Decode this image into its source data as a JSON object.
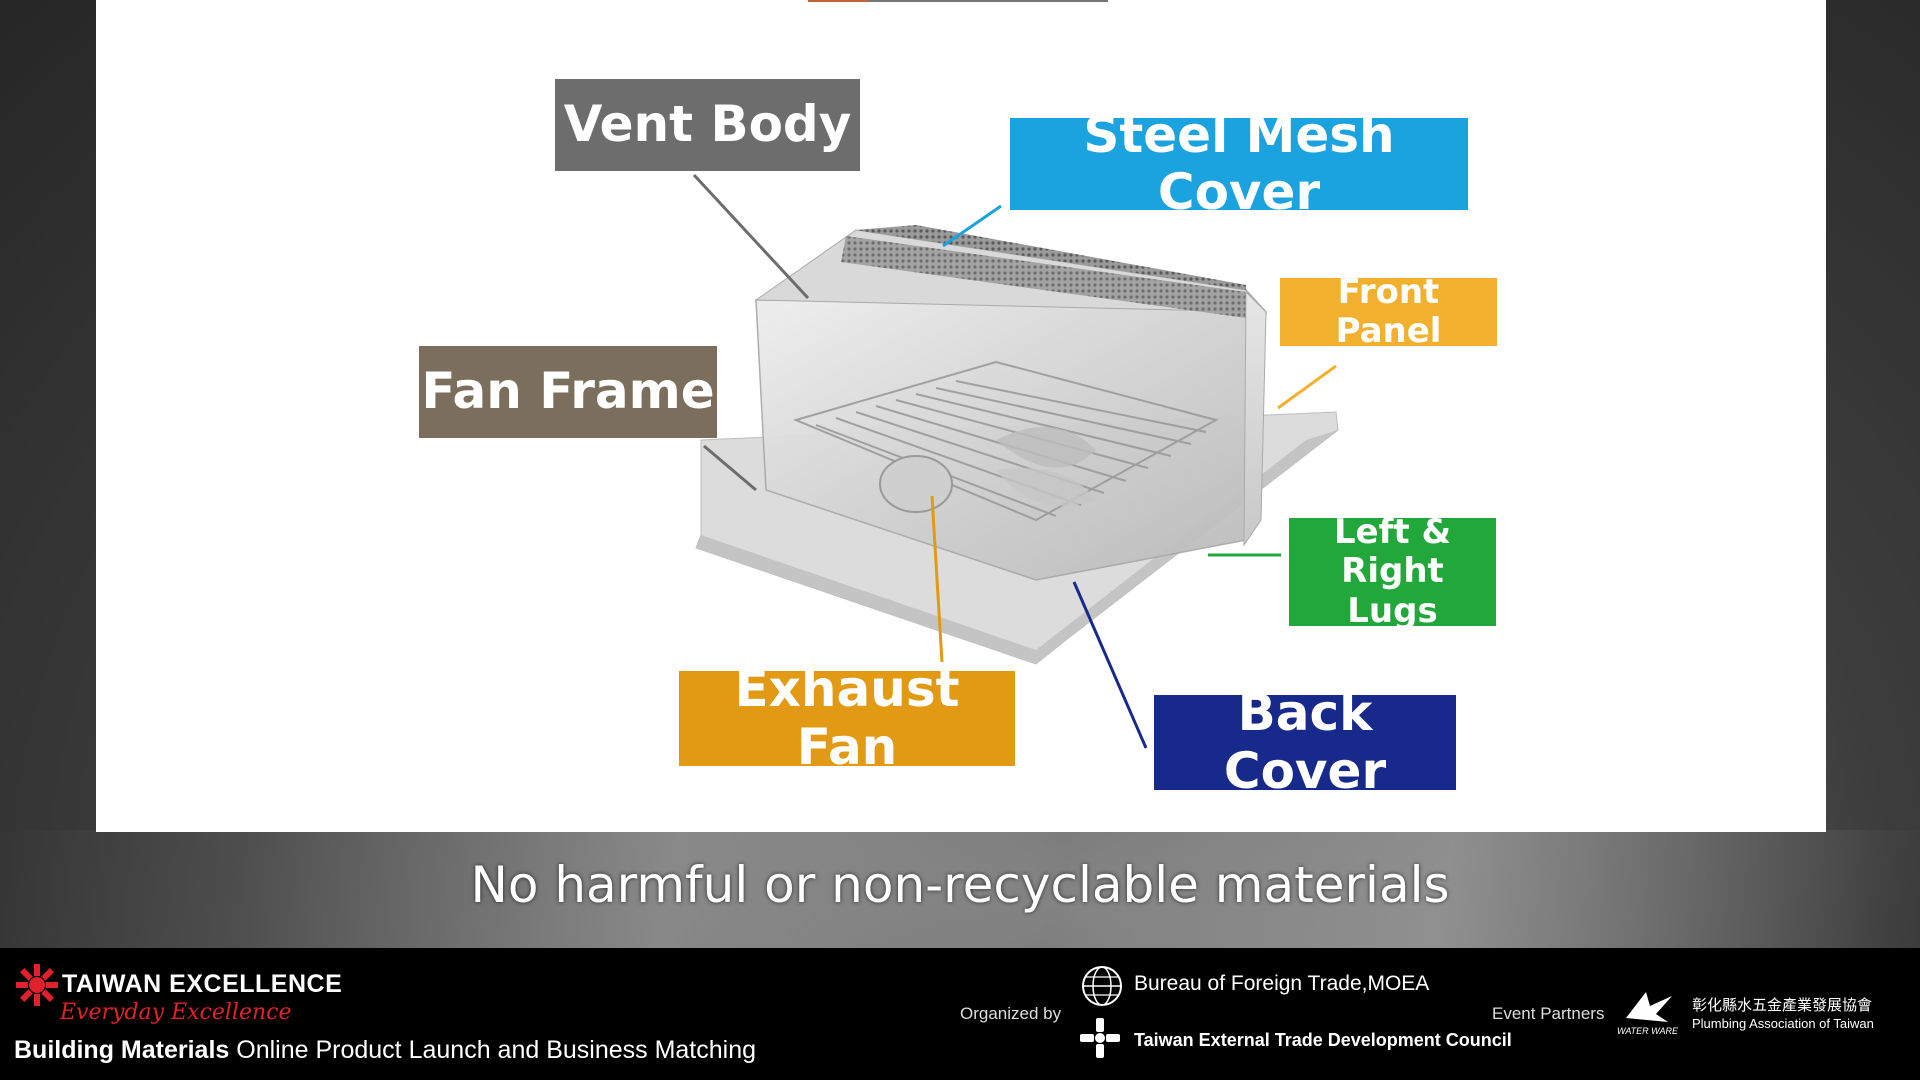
{
  "slide": {
    "labels": {
      "vent_body": "Vent Body",
      "steel_mesh_cover": "Steel Mesh Cover",
      "front_panel": "Front Panel",
      "fan_frame": "Fan Frame",
      "left_right_lugs_line1": "Left & Right",
      "left_right_lugs_line2": "Lugs",
      "exhaust_fan": "Exhaust Fan",
      "back_cover": "Back Cover"
    },
    "label_colors": {
      "vent_body": "#6d6d6d",
      "steel_mesh_cover": "#1ba3e0",
      "front_panel": "#f2b02f",
      "fan_frame": "#7b6e5c",
      "left_right_lugs": "#22a83a",
      "exhaust_fan": "#e29913",
      "back_cover": "#172a8c"
    }
  },
  "caption": "No harmful or non-recyclable materials",
  "footer": {
    "brand": "TAIWAN EXCELLENCE",
    "tagline": "Everyday Excellence",
    "event_bold": "Building Materials",
    "event_rest": " Online Product Launch and Business Matching",
    "organized_by_label": "Organized by",
    "organizer_1": "Bureau of Foreign Trade,MOEA",
    "organizer_2": "Taiwan External Trade Development Council",
    "partners_label": "Event Partners",
    "partner_logo_text": "WATER WARE",
    "partner_name_zh": "彰化縣水五金產業發展協會",
    "partner_name_en": "Plumbing Association of Taiwan",
    "brand_color": "#e0202a"
  }
}
